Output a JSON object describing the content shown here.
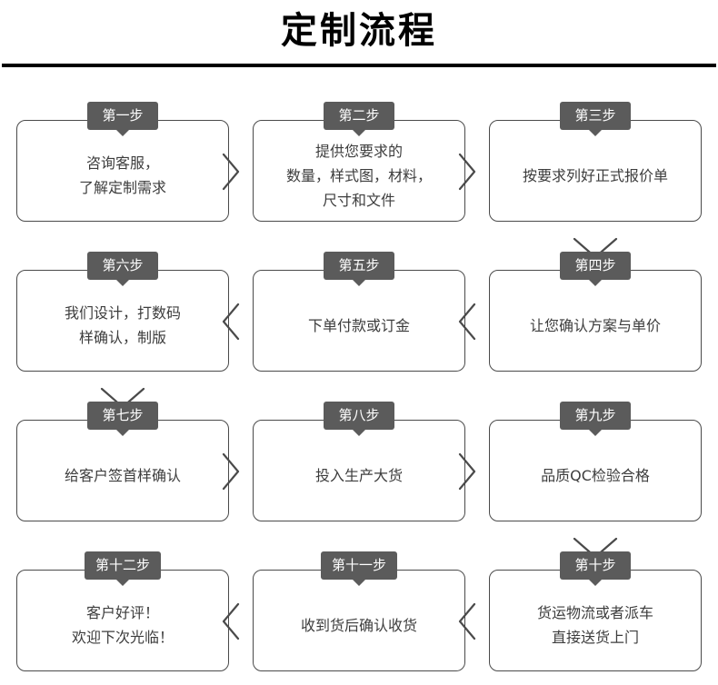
{
  "header": {
    "title": "定制流程"
  },
  "colors": {
    "badge_bg": "#5b5b5b",
    "badge_text": "#ffffff",
    "card_border": "#4a4a4a",
    "body_text": "#3d3d3d",
    "title_text": "#000000",
    "connector": "#4a4a4a",
    "page_bg": "#ffffff"
  },
  "flow": {
    "rows": [
      {
        "direction": "left-to-right",
        "steps": [
          {
            "badge": "第一步",
            "lines": [
              "咨询客服，",
              "了解定制需求"
            ]
          },
          {
            "badge": "第二步",
            "lines": [
              "提供您要求的",
              "数量，样式图，材料，",
              "尺寸和文件"
            ]
          },
          {
            "badge": "第三步",
            "lines": [
              "按要求列好正式报价单"
            ]
          }
        ]
      },
      {
        "direction": "right-to-left",
        "steps": [
          {
            "badge": "第六步",
            "lines": [
              "我们设计，打数码",
              "样确认，制版"
            ]
          },
          {
            "badge": "第五步",
            "lines": [
              "下单付款或订金"
            ]
          },
          {
            "badge": "第四步",
            "lines": [
              "让您确认方案与单价"
            ]
          }
        ]
      },
      {
        "direction": "left-to-right",
        "steps": [
          {
            "badge": "第七步",
            "lines": [
              "给客户签首样确认"
            ]
          },
          {
            "badge": "第八步",
            "lines": [
              "投入生产大货"
            ]
          },
          {
            "badge": "第九步",
            "lines": [
              "品质QC检验合格"
            ]
          }
        ]
      },
      {
        "direction": "right-to-left",
        "steps": [
          {
            "badge": "第十二步",
            "lines": [
              "客户好评！",
              "欢迎下次光临！"
            ]
          },
          {
            "badge": "第十一步",
            "lines": [
              "收到货后确认收货"
            ]
          },
          {
            "badge": "第十步",
            "lines": [
              "货运物流或者派车",
              "直接送货上门"
            ]
          }
        ]
      }
    ],
    "connectors": {
      "row0": [
        "chevron-right-icon",
        "chevron-right-icon"
      ],
      "row0_to_row1": "chevron-down-icon",
      "row1": [
        "chevron-left-icon",
        "chevron-left-icon"
      ],
      "row1_to_row2": "chevron-down-icon",
      "row2": [
        "chevron-right-icon",
        "chevron-right-icon"
      ],
      "row2_to_row3": "chevron-down-icon",
      "row3": [
        "chevron-left-icon",
        "chevron-left-icon"
      ]
    }
  }
}
